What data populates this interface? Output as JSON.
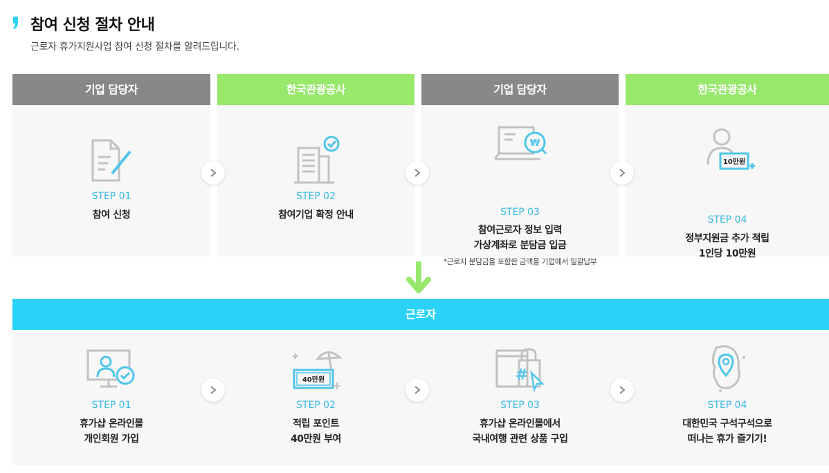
{
  "page": {
    "title": "참여 신청 절차 안내",
    "subtitle": "근로자 휴가지원사업 참여 신청 절차를 알려드립니다."
  },
  "colors": {
    "accent_blue": "#39b9e3",
    "worker_bar": "#2bd2f7",
    "header_gray": "#888888",
    "header_green": "#98e86c",
    "card_bg": "#f7f7f7",
    "title_mark": "#2bd2f7"
  },
  "company_steps": [
    {
      "header": "기업 담당자",
      "header_color": "#888888",
      "icon": "document-pen-icon",
      "step": "STEP 01",
      "lines": [
        "참여 신청"
      ],
      "note": ""
    },
    {
      "header": "한국관광공사",
      "header_color": "#98e86c",
      "icon": "building-check-icon",
      "step": "STEP 02",
      "lines": [
        "참여기업 확정 안내"
      ],
      "note": ""
    },
    {
      "header": "기업 담당자",
      "header_color": "#888888",
      "icon": "laptop-won-icon",
      "step": "STEP 03",
      "lines": [
        "참여근로자 정보 입력",
        "가상계좌로 분담금 입금"
      ],
      "note": "*근로자 분담금을 포함한 금액을 기업에서 일괄납부"
    },
    {
      "header": "한국관광공사",
      "header_color": "#98e86c",
      "icon": "person-bonus-icon",
      "icon_label": "10만원",
      "step": "STEP 04",
      "lines": [
        "정부지원금 추가 적립",
        "1인당 10만원"
      ],
      "note": ""
    }
  ],
  "worker": {
    "header": "근로자",
    "steps": [
      {
        "icon": "monitor-user-check-icon",
        "step": "STEP 01",
        "lines": [
          "휴가샵 온라인몰",
          "개인회원 가입"
        ]
      },
      {
        "icon": "card-umbrella-icon",
        "icon_label": "40만원",
        "step": "STEP 02",
        "lines": [
          "적립 포인트",
          "40만원 부여"
        ]
      },
      {
        "icon": "shopping-hashtag-icon",
        "step": "STEP 03",
        "lines": [
          "휴가샵 온라인몰에서",
          "국내여행 관련 상품 구입"
        ]
      },
      {
        "icon": "korea-map-pin-icon",
        "step": "STEP 04",
        "lines": [
          "대한민국 구석구석으로",
          "떠나는 휴가 즐기기!"
        ]
      }
    ]
  }
}
